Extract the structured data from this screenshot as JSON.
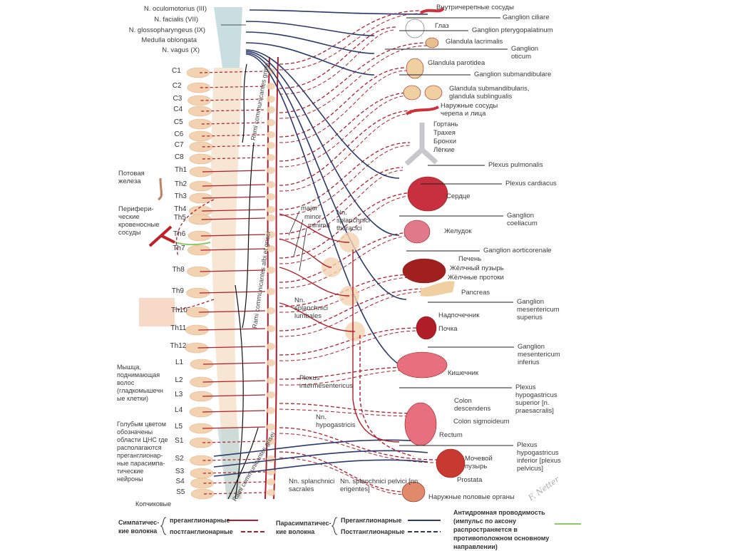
{
  "colors": {
    "sympathetic": "#b01e2a",
    "parasympathetic": "#2b3a6b",
    "antidromic": "#8cc86a",
    "spine": "#f2d2b0",
    "cns_blue": "#bcd6d8"
  },
  "head_labels": [
    "N. oculomotorius (III)",
    "N. facialis (VII)",
    "N. glossopharyngeus (IX)",
    "Medulla oblongata",
    "N. vagus (X)"
  ],
  "segments": [
    "C1",
    "C2",
    "C3",
    "C4",
    "C5",
    "C6",
    "C7",
    "C8",
    "Th1",
    "Th2",
    "Th3",
    "Th4",
    "Th5",
    "Th6",
    "Th7",
    "Th8",
    "Th9",
    "Th10",
    "Th11",
    "Th12",
    "L1",
    "L2",
    "L3",
    "L4",
    "L5",
    "S1",
    "S2",
    "S3",
    "S4",
    "S5"
  ],
  "coccygeal": "Копчиковые",
  "left_labels": {
    "sweat_gland": "Потовая железа",
    "peripheral_vessels": "Перифери-ческие кровеносные сосуды",
    "arrector_muscle": "Мышца, поднимающая волос (гладкомышечн ые клетки)",
    "cns_note": "Голубым цветом обозначены области ЦНС где располагаются преганглионар-ные парасимпа-тические нейроны"
  },
  "trunk_labels": [
    "Rami communicantes grisei",
    "Rami communicantes albi et grisei",
    "Rami communicantes grisei"
  ],
  "middle_labels": {
    "major": "major",
    "minor": "minor",
    "minima": "minima",
    "thoracici": "Nn. splanchnici thoracici",
    "lumbales": "Nn. splanchnici lumbales",
    "intermesentericus": "Plexus intermesentericus",
    "hypogastricis": "Nn. hypogastricis",
    "sacrales": "Nn. splanchnici sacrales",
    "pelvici": "Nn. splanchnici pelvici [nn. erigentes]"
  },
  "right_labels": [
    "Внутричерепные сосуды",
    "Ganglion ciliare",
    "Глаз",
    "Ganglion pterygopalatinum",
    "Glandula lacrimalis",
    "Ganglion oticum",
    "Glandula parotidea",
    "Ganglion submandibulare",
    "Glandula submandibularis, glandula sublingualis",
    "Наружные сосуды черепа и лица",
    "Гортань",
    "Трахея",
    "Бронхи",
    "Лёгкие",
    "Plexus pulmonalis",
    "Plexus cardiacus",
    "Сердце",
    "Ganglion coeliacum",
    "Желудок",
    "Ganglion aorticorenale",
    "Печень",
    "Жёлчный пузырь",
    "Жёлчные протоки",
    "Pancreas",
    "Ganglion mesentericum superius",
    "Надпочечник",
    "Почка",
    "Ganglion mesentericum inferius",
    "Кишечник",
    "Plexus hypogastricus superior [n. praesacralis]",
    "Colon descendens",
    "Colon sigmoideum",
    "Rectum",
    "Plexus hypogastricus inferior [plexus pelvicus]",
    "Мочевой пузырь",
    "Prostata",
    "Наружные половые органы"
  ],
  "signature": "F. Netter",
  "legend": {
    "sym_title": "Симпатичес-кие волокна",
    "sym_pre": "преганглионарные",
    "sym_post": "постганглионарные",
    "para_title": "Парасимпатичес-кие волокна",
    "para_pre": "Преганглионарные",
    "para_post": "Постганглионарные",
    "antidromic": "Антидромная проводимость (импульс по аксону распространяется в противоположном основному направлении)"
  }
}
